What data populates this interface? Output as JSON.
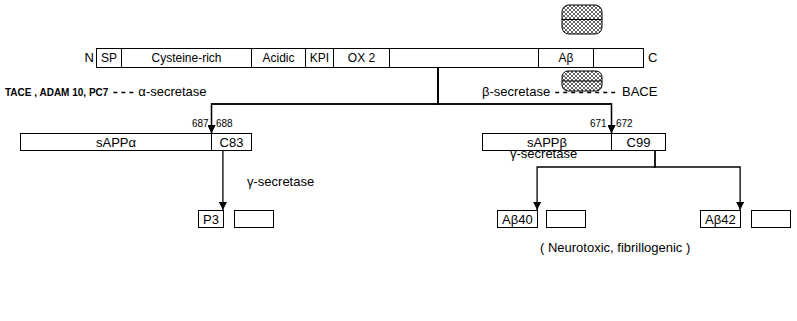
{
  "diagram": {
    "nodes": [
      {
        "text": [
          "N",
          "C"
        ]
      },
      {
        "text": [
          "SP"
        ],
        "in": 0
      },
      {
        "text": [
          "Cysteine-rich"
        ],
        "in": 0
      },
      {
        "text": [
          "Acidic"
        ],
        "in": 0
      },
      {
        "text": [
          "KPI"
        ],
        "in": 0
      },
      {
        "text": [
          "OX 2"
        ],
        "in": 0
      },
      {
        "text": [
          "Aβ"
        ],
        "in": 0
      },
      {
        "text": [
          "sAPPα"
        ]
      },
      {
        "text": [
          "C83"
        ]
      },
      {
        "text": [
          "sAPPβ"
        ]
      },
      {
        "text": [
          "C99"
        ]
      },
      {
        "text": [
          "P3"
        ]
      },
      {
        "text": [
          "Aβ40"
        ]
      },
      {
        "text": [
          "Aβ42"
        ]
      }
    ],
    "edges": [
      {
        "from": 0,
        "to": 7,
        "arrow": "to"
      },
      {
        "from": 0,
        "to": 8,
        "arrow": "to"
      },
      {
        "from": 0,
        "to": 9,
        "arrow": "to"
      },
      {
        "from": 0,
        "to": 10,
        "arrow": "to"
      },
      {
        "from": 8,
        "to": 11,
        "arrow": "to"
      },
      {
        "from": 10,
        "to": 12,
        "arrow": "to"
      },
      {
        "from": 10,
        "to": 13,
        "arrow": "to"
      }
    ],
    "labels": [
      "TACE , ADAM 10, PC7",
      "α-secretase",
      "β-secretase",
      "BACE",
      "687",
      "688",
      "671",
      "672",
      "γ-secretase",
      "γ-secretase",
      "( Neurotoxic, fibrillogenic )"
    ]
  }
}
